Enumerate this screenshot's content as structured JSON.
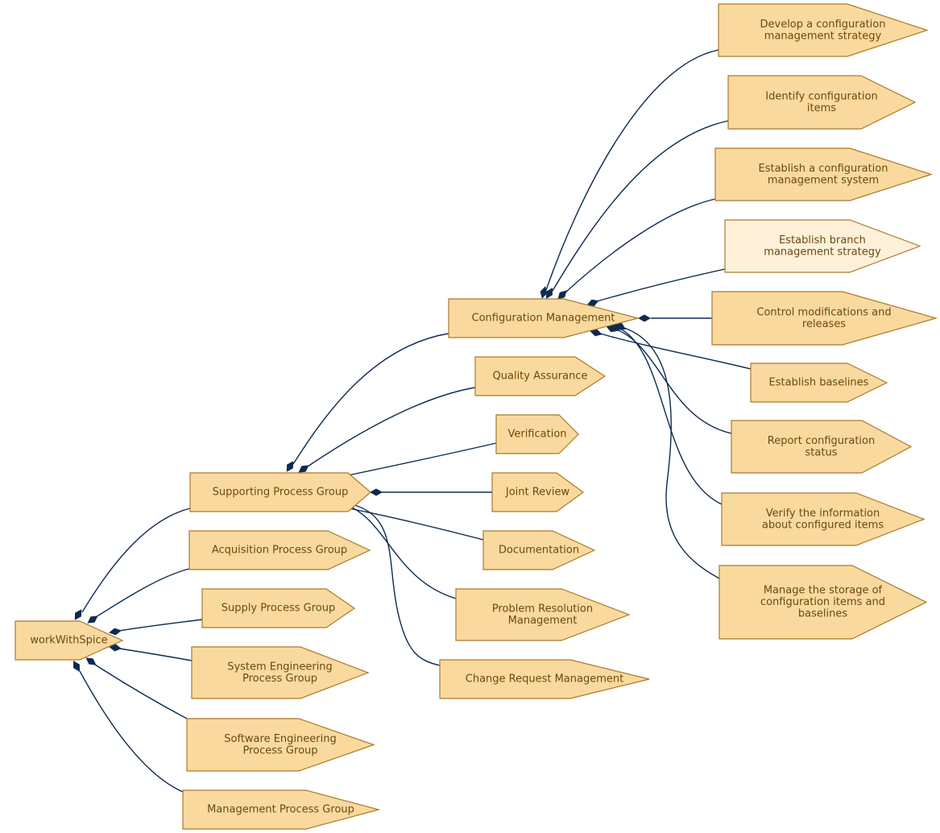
{
  "nodes": {
    "root": [
      "workWithSpice"
    ],
    "supporting": [
      "Supporting Process Group"
    ],
    "acquisition": [
      "Acquisition Process Group"
    ],
    "supply": [
      "Supply Process Group"
    ],
    "syseng": [
      "System Engineering",
      "Process Group"
    ],
    "sweng": [
      "Software Engineering",
      "Process Group"
    ],
    "management": [
      "Management Process Group"
    ],
    "config": [
      "Configuration Management"
    ],
    "qa": [
      "Quality Assurance"
    ],
    "verification": [
      "Verification"
    ],
    "joint": [
      "Joint Review"
    ],
    "documentation": [
      "Documentation"
    ],
    "problem": [
      "Problem Resolution",
      "Management"
    ],
    "change": [
      "Change Request Management"
    ],
    "develop": [
      "Develop a configuration",
      "management strategy"
    ],
    "identify": [
      "Identify configuration",
      "items"
    ],
    "establish_sys": [
      "Establish a configuration",
      "management system"
    ],
    "branch": [
      "Establish branch",
      "management strategy"
    ],
    "control": [
      "Control modifications and",
      "releases"
    ],
    "baselines": [
      "Establish baselines"
    ],
    "report": [
      "Report configuration",
      "status"
    ],
    "verify_info": [
      "Verify the information",
      "about configured items"
    ],
    "storage": [
      "Manage the storage of",
      "configuration items and",
      "baselines"
    ]
  },
  "colors": {
    "node_fill": "#fad99e",
    "node_fill_highlight": "#fff0d9",
    "node_stroke": "#a97a2b",
    "label_text": "#6b4a10",
    "edge": "#0d2a52"
  }
}
